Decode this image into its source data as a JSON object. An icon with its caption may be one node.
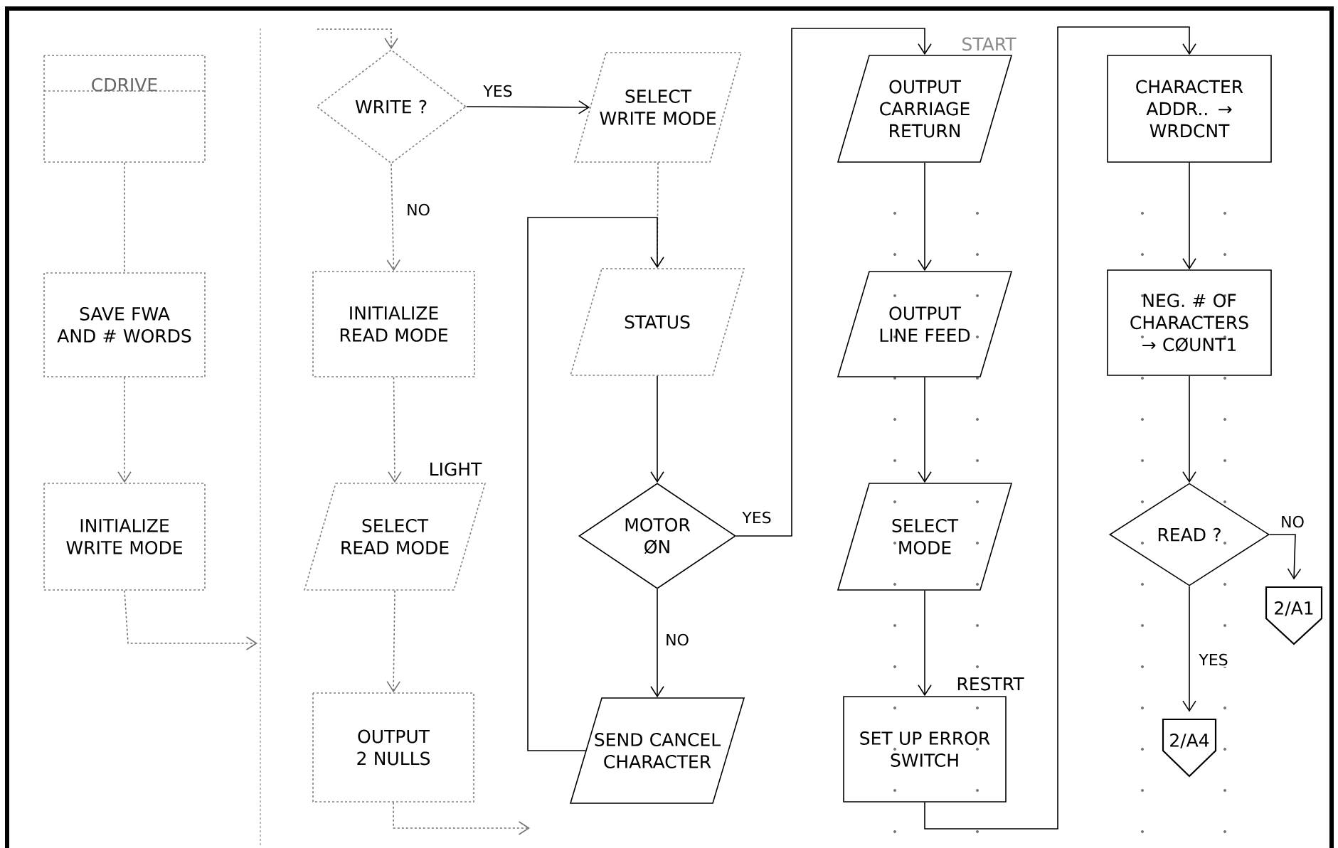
{
  "diagram": {
    "nodes": [
      {
        "text": [
          "CDRIVE"
        ]
      },
      {
        "text": [
          "SAVE FWA AND # WORDS"
        ]
      },
      {
        "text": [
          "INITIALIZE WRITE MODE"
        ]
      },
      {
        "text": [
          "WRITE ?"
        ]
      },
      {
        "text": [
          "INITIALIZE READ MODE"
        ]
      },
      {
        "text": [
          "SELECT READ MODE"
        ],
        "beside": [
          "LIGHT"
        ]
      },
      {
        "text": [
          "OUTPUT 2 NULLS"
        ]
      },
      {
        "text": [
          "SELECT WRITE MODE"
        ]
      },
      {
        "text": [
          "STATUS"
        ]
      },
      {
        "text": [
          "MOTOR ØN"
        ]
      },
      {
        "text": [
          "SEND CANCEL CHARACTER"
        ]
      },
      {
        "text": [
          "OUTPUT CARRIAGE RETURN"
        ],
        "beside": [
          "START"
        ]
      },
      {
        "text": [
          "OUTPUT LINE FEED"
        ]
      },
      {
        "text": [
          "SELECT MODE"
        ]
      },
      {
        "text": [
          "SET UP ERROR SWITCH"
        ],
        "beside": [
          "RESTRT"
        ]
      },
      {
        "text": [
          "CHARACTER ADDR.. → WRDCNT"
        ]
      },
      {
        "text": [
          "NEG. # OF CHARACTERS → CØUNT1"
        ]
      },
      {
        "text": [
          "READ ?"
        ]
      },
      {
        "text": [
          "2/A1"
        ]
      },
      {
        "text": [
          "2/A4"
        ]
      }
    ],
    "edges": [
      {
        "from": 0,
        "to": 1,
        "arrow": "none",
        "style": "dashed",
        "color": "#737373"
      },
      {
        "from": 1,
        "to": 2,
        "arrow": "to",
        "style": "dashed",
        "color": "#737373"
      },
      {
        "from": 2,
        "to": null,
        "arrow": "to",
        "style": "dashed",
        "color": "#737373"
      },
      {
        "from": null,
        "to": 3,
        "arrow": "to",
        "style": "dashed",
        "color": "#737373"
      },
      {
        "from": 3,
        "to": 7,
        "arrow": "to",
        "label": "YES"
      },
      {
        "from": 3,
        "to": 4,
        "arrow": "to",
        "label": "NO",
        "style": "dashed",
        "color": "#737373"
      },
      {
        "from": 4,
        "to": 5,
        "arrow": "to",
        "style": "dashed",
        "color": "#737373"
      },
      {
        "from": 5,
        "to": 6,
        "arrow": "to",
        "style": "dashed",
        "color": "#737373"
      },
      {
        "from": 6,
        "to": null,
        "arrow": "to",
        "style": "dashed",
        "color": "#737373"
      },
      {
        "from": 7,
        "to": 8,
        "arrow": "none",
        "style": "dashed",
        "color": "#737373"
      },
      {
        "from": 10,
        "to": 8,
        "arrow": "to"
      },
      {
        "from": 8,
        "to": 9,
        "arrow": "to"
      },
      {
        "from": 9,
        "to": 11,
        "arrow": "to",
        "label": "YES"
      },
      {
        "from": 9,
        "to": 10,
        "arrow": "to",
        "label": "NO"
      },
      {
        "from": 11,
        "to": 12,
        "arrow": "to"
      },
      {
        "from": 12,
        "to": 13,
        "arrow": "to"
      },
      {
        "from": 13,
        "to": 14,
        "arrow": "to"
      },
      {
        "from": 14,
        "to": 15,
        "arrow": "to"
      },
      {
        "from": 15,
        "to": 16,
        "arrow": "to"
      },
      {
        "from": 16,
        "to": 17,
        "arrow": "to"
      },
      {
        "from": 17,
        "to": 18,
        "arrow": "to",
        "label": "NO"
      },
      {
        "from": 17,
        "to": 19,
        "arrow": "to",
        "label": "YES"
      }
    ]
  }
}
